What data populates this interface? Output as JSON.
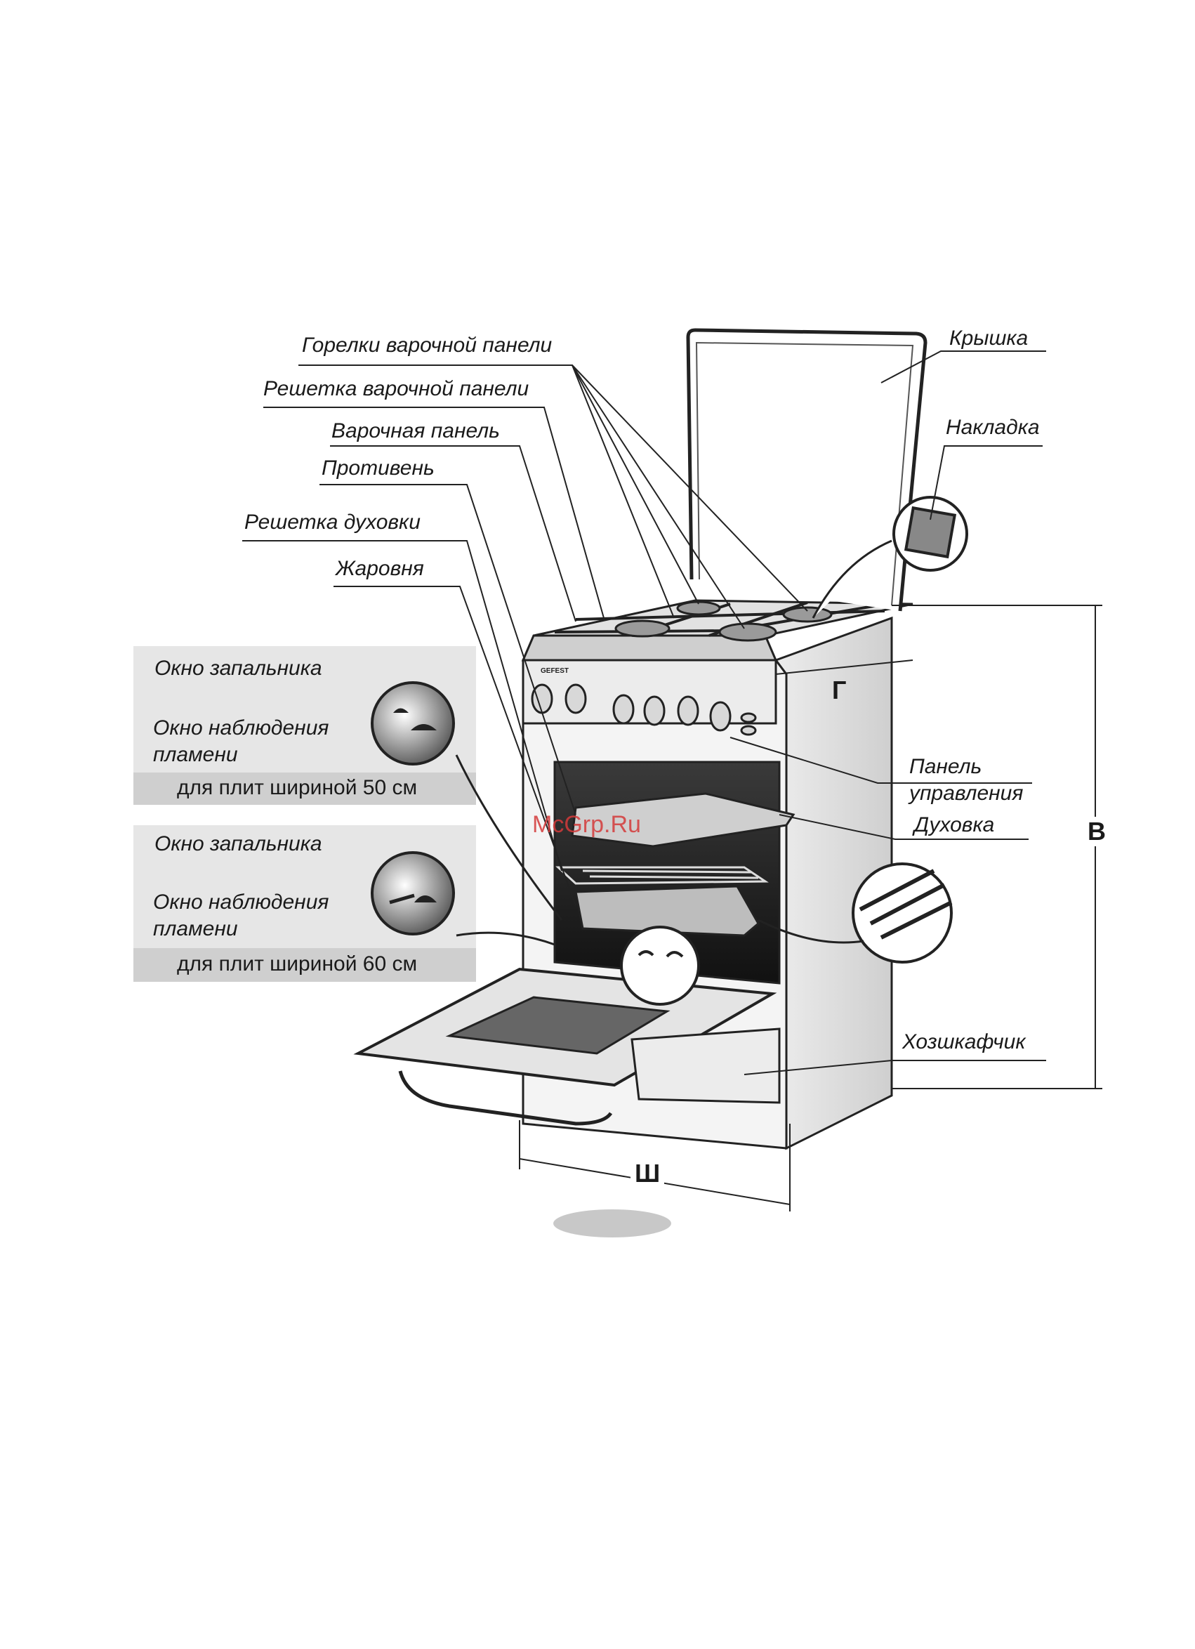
{
  "labels": {
    "burners": "Горелки варочной панели",
    "hob_grate": "Решетка варочной панели",
    "hob": "Варочная панель",
    "baking_tray": "Противень",
    "oven_rack": "Решетка духовки",
    "roasting_pan": "Жаровня",
    "lid": "Крышка",
    "cover_plate": "Накладка",
    "control_panel_line1": "Панель",
    "control_panel_line2": "управления",
    "oven": "Духовка",
    "drawer": "Хозшкафчик"
  },
  "dimensions": {
    "depth": "Г",
    "height": "В",
    "width": "Ш"
  },
  "inset_50": {
    "igniter_window": "Окно запальника",
    "flame_window_line1": "Окно наблюдения",
    "flame_window_line2": "пламени",
    "caption": "для плит шириной 50 см"
  },
  "inset_60": {
    "igniter_window": "Окно запальника",
    "flame_window_line1": "Окно наблюдения",
    "flame_window_line2": "пламени",
    "caption": "для плит шириной 60 см"
  },
  "brand": "GEFEST",
  "watermark": "McGrp.Ru"
}
